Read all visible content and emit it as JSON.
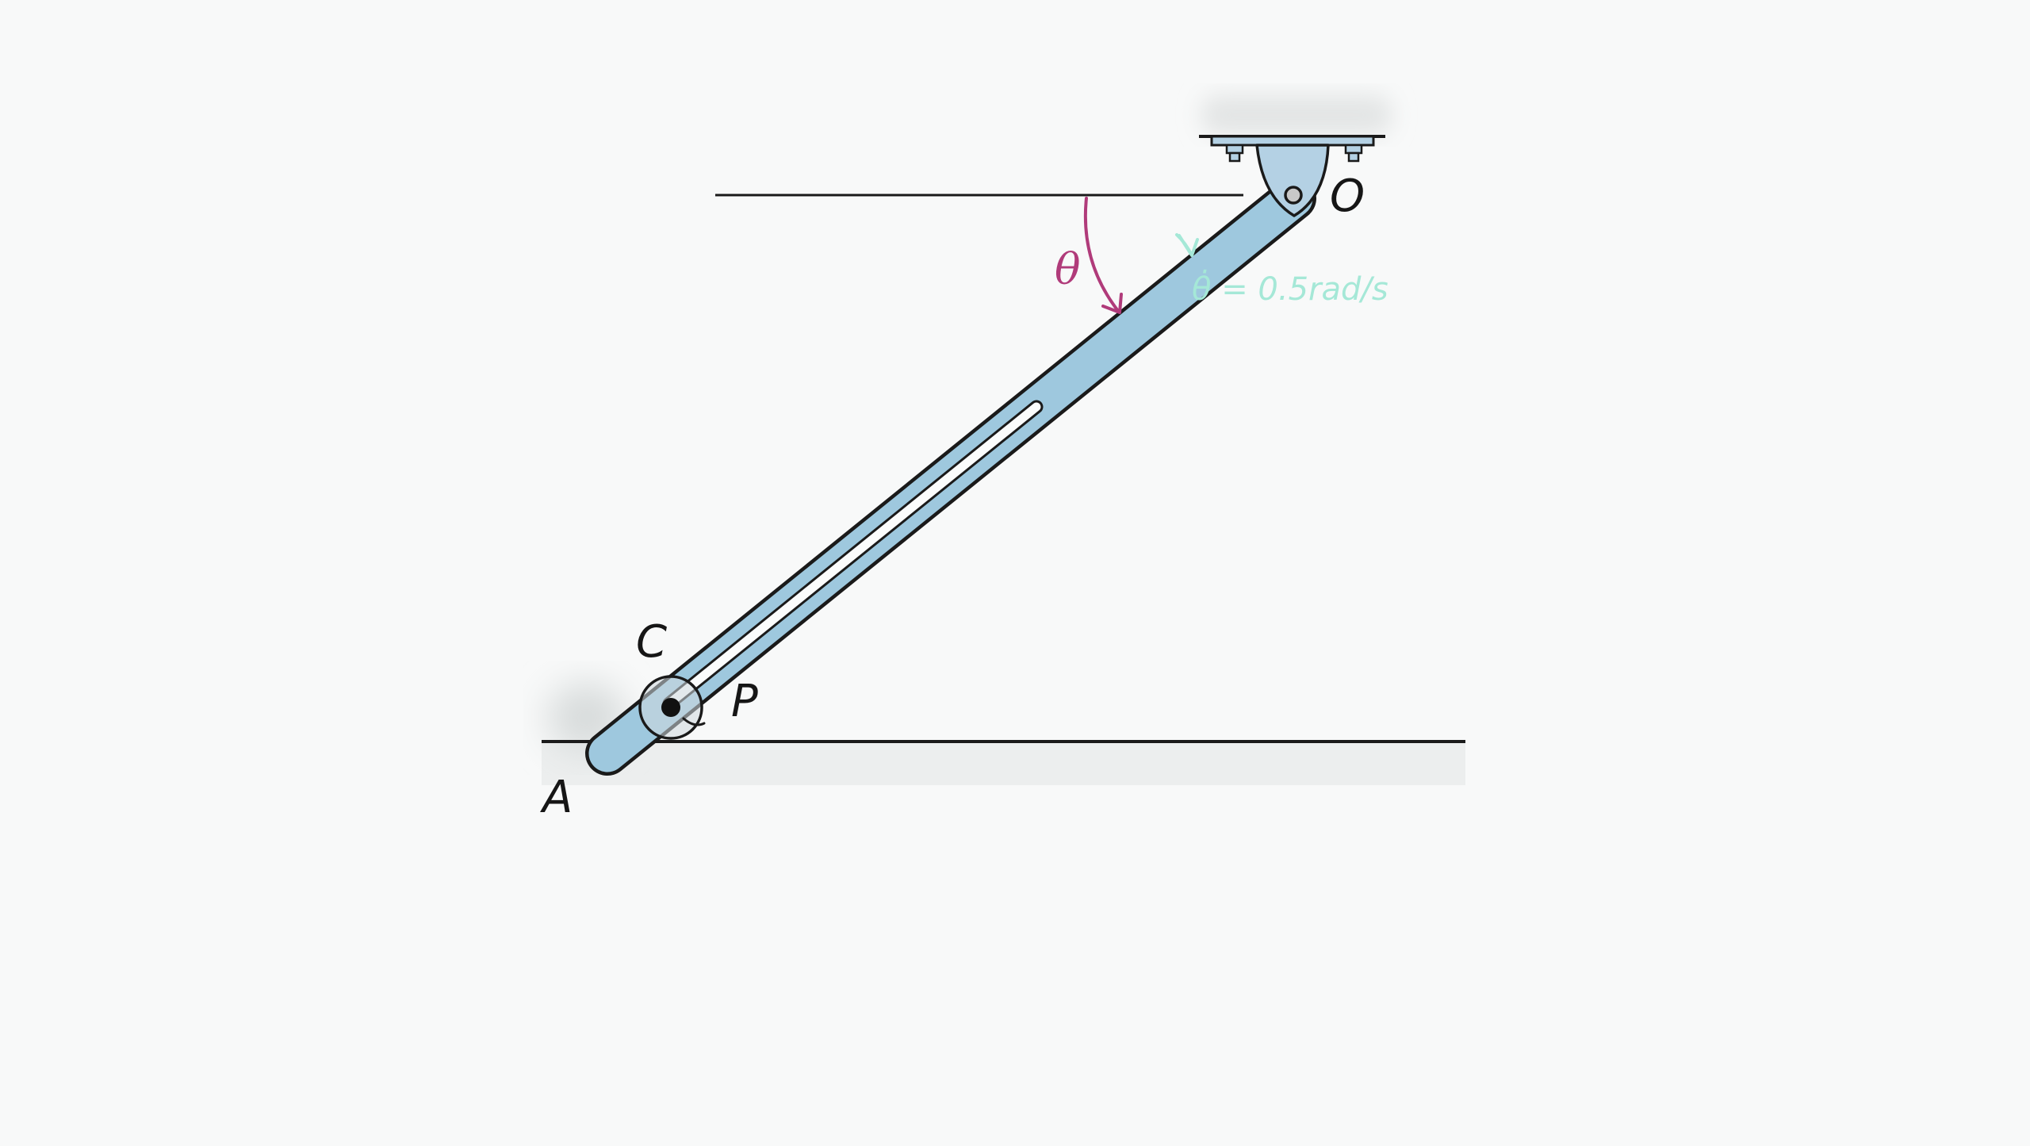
{
  "labels": {
    "pivot": "O",
    "end": "A",
    "collar": "C",
    "pin": "P",
    "angle": "θ",
    "angular_rate": "θ̇ = 0.5rad/s"
  },
  "colors": {
    "rod_fill": "#9ec8de",
    "bracket_fill": "#b4d1e4",
    "outline": "#1a1a1a",
    "angle_arc": "#b03b7a",
    "rate_annotation": "#a5e8d7",
    "collar_fill": "#cfd8de",
    "ground_shade": "#eceeee",
    "background": "#f8f9f9"
  }
}
